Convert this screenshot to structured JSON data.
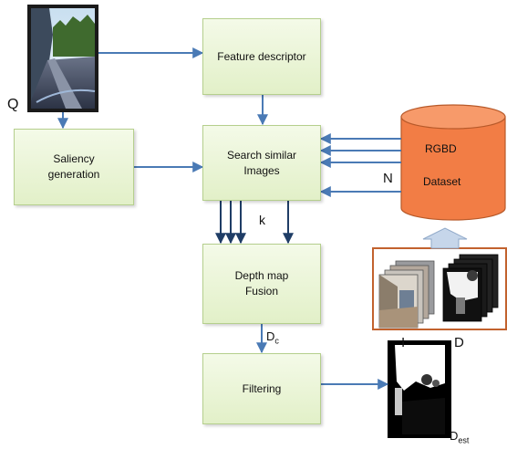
{
  "nodes": {
    "feature": "Feature descriptor",
    "saliency_line1": "Saliency",
    "saliency_line2": "generation",
    "search_line1": "Search similar",
    "search_line2": "Images",
    "depth_line1": "Depth map",
    "depth_line2": "Fusion",
    "filtering": "Filtering",
    "dataset_line1": "RGBD",
    "dataset_line2": "Dataset"
  },
  "labels": {
    "query": "Q",
    "k": "k",
    "n": "N",
    "dc_main": "D",
    "dc_sub": "c",
    "i": "I",
    "d": "D",
    "dest_main": "D",
    "dest_sub": "est"
  },
  "colors": {
    "box_border": "#b5cf8d",
    "arrow": "#4a7ab5",
    "cylinder": "#f27d45",
    "cylinder_border": "#b85a2a",
    "dataset_frame": "#c2622e",
    "up_arrow": "#c6d6ea"
  }
}
